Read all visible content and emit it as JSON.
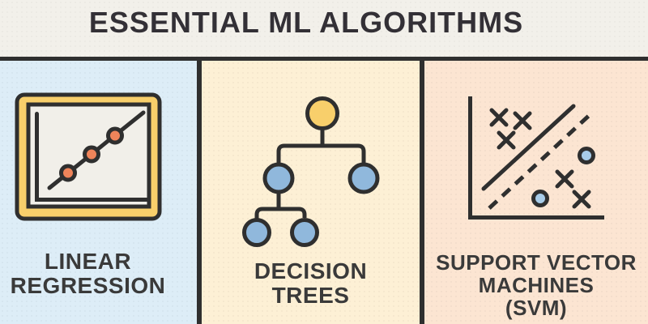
{
  "title": "ESSENTIAL ML ALGORITHMS",
  "colors": {
    "ink": "#2f2f2f",
    "text": "#3a3a3a",
    "paper": "#f2f0ea",
    "accent_yellow": "#f8cf6b",
    "accent_orange": "#ef845a",
    "accent_blue": "#90b8dc",
    "dot_blue": "#a8cce9",
    "chart_bg": "#f1efe9"
  },
  "panels": [
    {
      "id": "linear-regression",
      "label_lines": [
        "LINEAR",
        "REGRESSION"
      ],
      "bg": "#ddedf7",
      "icon": "framed-scatter-line-chart-icon"
    },
    {
      "id": "decision-trees",
      "label_lines": [
        "DECISION",
        "TREES"
      ],
      "bg": "#fdf0d5",
      "icon": "tree-diagram-icon"
    },
    {
      "id": "support-vector-machines",
      "label_lines": [
        "SUPPORT VECTOR",
        "MACHINES",
        "(SVM)"
      ],
      "bg": "#fce5d2",
      "icon": "svm-scatter-hyperplane-icon"
    }
  ]
}
